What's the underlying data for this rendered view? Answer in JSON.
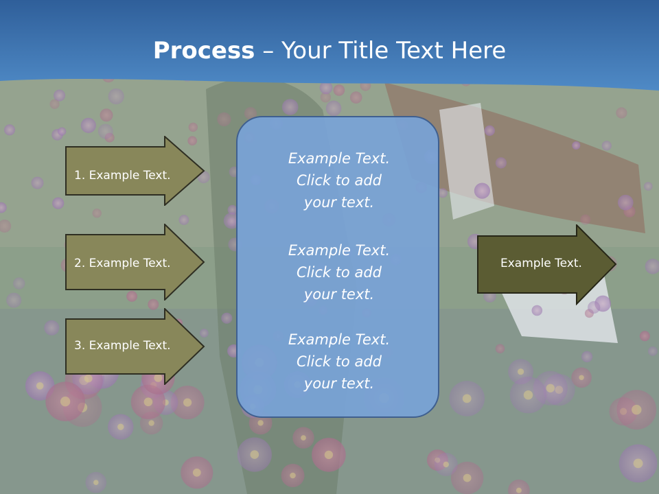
{
  "title": {
    "bold": "Process",
    "rest": " – Your Title Text Here"
  },
  "left_arrows": [
    {
      "label": "1. Example Text."
    },
    {
      "label": "2. Example Text."
    },
    {
      "label": "3. Example Text."
    }
  ],
  "center_box": {
    "paragraphs": [
      {
        "lines": [
          "Example Text.",
          "Click  to add",
          "your text."
        ]
      },
      {
        "lines": [
          "Example Text.",
          "Click  to add",
          "your text."
        ]
      },
      {
        "lines": [
          "Example Text.",
          "Click  to add",
          "your text."
        ]
      }
    ]
  },
  "right_arrow": {
    "label": "Example Text."
  },
  "colors": {
    "header_blue": "#3d74b3",
    "left_arrow_fill": "#88875a",
    "right_arrow_fill": "#5b5c33",
    "box_fill": "#7aa3d6"
  }
}
